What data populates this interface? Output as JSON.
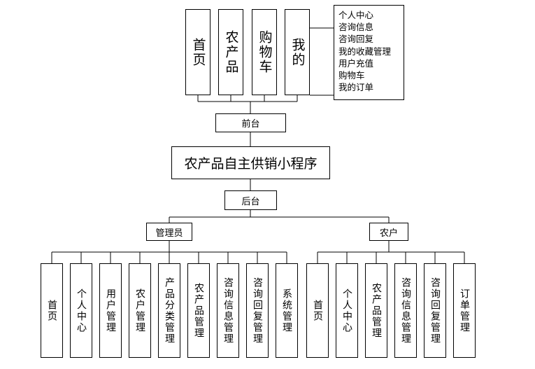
{
  "top_tabs": [
    "首页",
    "农产品",
    "购物车",
    "我的"
  ],
  "my_menu": [
    "个人中心",
    "咨询信息",
    "咨询回复",
    "我的收藏管理",
    "用户充值",
    "购物车",
    "我的订单"
  ],
  "front_label": "前台",
  "system_title": "农产品自主供销小程序",
  "back_label": "后台",
  "admin_label": "管理员",
  "farmer_label": "农户",
  "admin_modules": [
    "首页",
    "个人中心",
    "用户管理",
    "农户管理",
    "产品分类管理",
    "农产品管理",
    "咨询信息管理",
    "咨询回复管理",
    "系统管理"
  ],
  "farmer_modules": [
    "首页",
    "个人中心",
    "农产品管理",
    "咨询信息管理",
    "咨询回复管理",
    "订单管理"
  ]
}
